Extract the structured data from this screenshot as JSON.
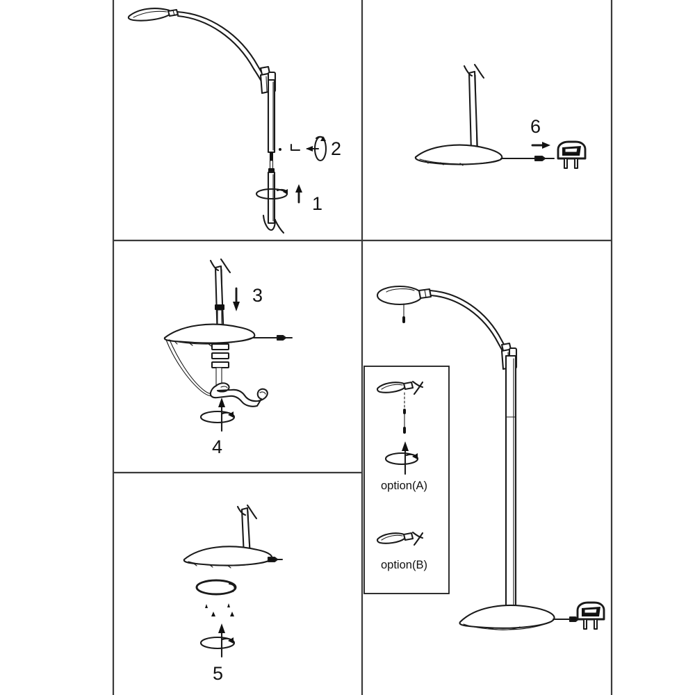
{
  "document": {
    "type": "assembly-instruction-diagram",
    "product": "arc floor lamp",
    "background_color": "#ffffff",
    "line_color": "#1a1a1a",
    "frame_color": "#3a3a3a"
  },
  "panels": [
    {
      "id": "panel-steps-1-2",
      "position": "top-left",
      "steps": [
        "1",
        "2"
      ],
      "contents": [
        "lamp head",
        "curved arm",
        "upper pole",
        "pole joint",
        "lower pole",
        "rotation arrow",
        "threaded connector"
      ]
    },
    {
      "id": "panel-step-6",
      "position": "top-right",
      "steps": [
        "6"
      ],
      "contents": [
        "base",
        "pole stub",
        "power cord",
        "mains plug",
        "insert arrow"
      ]
    },
    {
      "id": "panel-steps-3-4",
      "position": "middle-left",
      "steps": [
        "3",
        "4"
      ],
      "contents": [
        "pole",
        "base",
        "threaded rod",
        "nut stack",
        "wrench tool",
        "down arrow",
        "rotation arrow"
      ]
    },
    {
      "id": "panel-step-5",
      "position": "bottom-left",
      "steps": [
        "5"
      ],
      "contents": [
        "assembled base",
        "felt pad ring",
        "adhesive dots",
        "rotation arrow"
      ]
    },
    {
      "id": "panel-assembled",
      "position": "right-large",
      "steps": [],
      "contents": [
        "complete arc floor lamp",
        "lamp head with pull switch",
        "curved arm",
        "vertical pole",
        "oval base",
        "power cord",
        "mains plug"
      ]
    },
    {
      "id": "panel-options",
      "position": "inset",
      "steps": [],
      "contents": [
        "option A head with pull cord",
        "option B head without pull cord"
      ]
    }
  ],
  "labels": {
    "step_1": "1",
    "step_2": "2",
    "step_3": "3",
    "step_4": "4",
    "step_5": "5",
    "step_6": "6",
    "option_a": "option(A)",
    "option_b": "option(B)"
  },
  "icons": {
    "rotation_arrow": "rotation-arrow-icon",
    "up_arrow": "up-arrow-icon",
    "down_arrow": "down-arrow-icon",
    "left_arrow": "left-arrow-icon",
    "right_arrow": "right-arrow-icon",
    "wrench": "wrench-icon",
    "plug": "mains-plug-icon"
  }
}
